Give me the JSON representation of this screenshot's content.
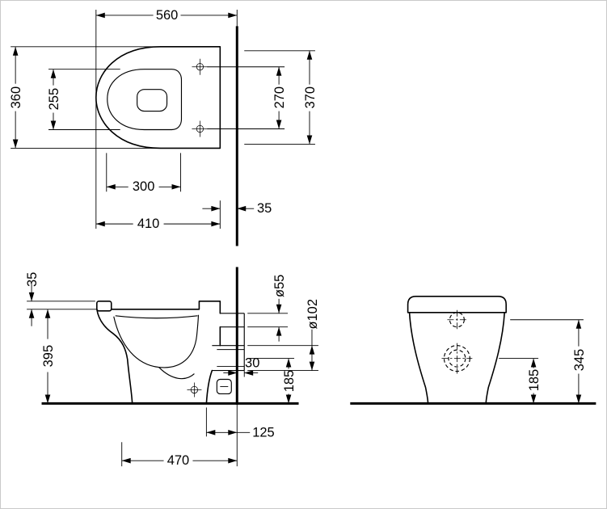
{
  "drawing": {
    "background": "#ffffff",
    "line_color": "#000000"
  },
  "plan_view": {
    "overall_depth": "560",
    "overall_width": "360",
    "bowl_inner_width": "255",
    "fixing_hole_spacing": "270",
    "right_width": "370",
    "bowl_inner_length": "300",
    "length_to_back": "410",
    "wall_gap": "35"
  },
  "side_view": {
    "top_offset": "35",
    "rim_height": "395",
    "flush_inlet_diameter": "ø55",
    "outlet_diameter": "ø102",
    "pipe_projection": "30",
    "outlet_center_height": "185",
    "floor_outlet_offset": "125",
    "depth_from_wall": "470"
  },
  "front_view": {
    "outlet_center_height": "185",
    "inlet_center_height": "345"
  }
}
